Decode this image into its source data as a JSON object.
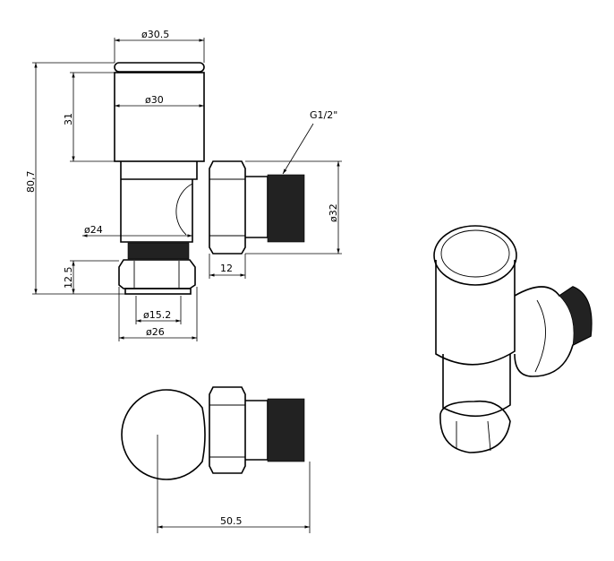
{
  "dimensions": {
    "top_cap_diameter": "ø30.5",
    "body_diameter": "ø30",
    "body_height": "31",
    "overall_height": "80,7",
    "thread_spec": "G1/2\"",
    "side_nut_diameter": "ø32",
    "stem_diameter": "ø24",
    "side_nut_width": "12",
    "bottom_nut_height": "12.5",
    "bore_diameter": "ø15.2",
    "bottom_nut_diameter": "ø26",
    "overall_depth": "50.5"
  }
}
